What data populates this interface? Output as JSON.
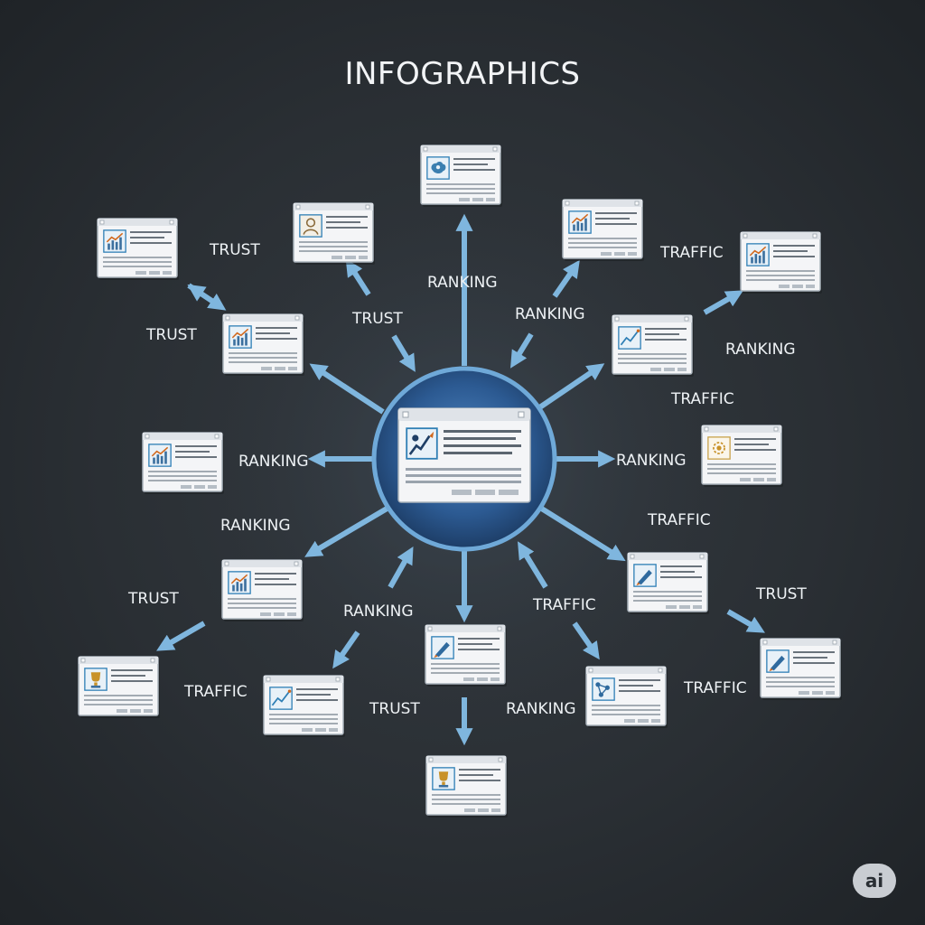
{
  "title": "INFOGRAPHICS",
  "labels": {
    "trust": "TRUST",
    "ranking": "RANKING",
    "traffic": "TRAFFIC"
  },
  "badge": "ai",
  "colors": {
    "background": "#2a2f34",
    "arrow": "#7fb6de",
    "hub_fill": "#3c6ea8",
    "hub_ring": "#6fa9d8",
    "card": "#f4f5f7",
    "card_border": "#aab3bc",
    "icon_accent": "#2f7fb5"
  },
  "icons": [
    "hub-rocket-chart-icon",
    "brain-gears-icon",
    "person-profile-icon",
    "bar-chart-icon",
    "line-chart-icon",
    "pen-tool-icon",
    "network-nodes-icon",
    "trophy-icon",
    "sun-cycle-icon"
  ]
}
